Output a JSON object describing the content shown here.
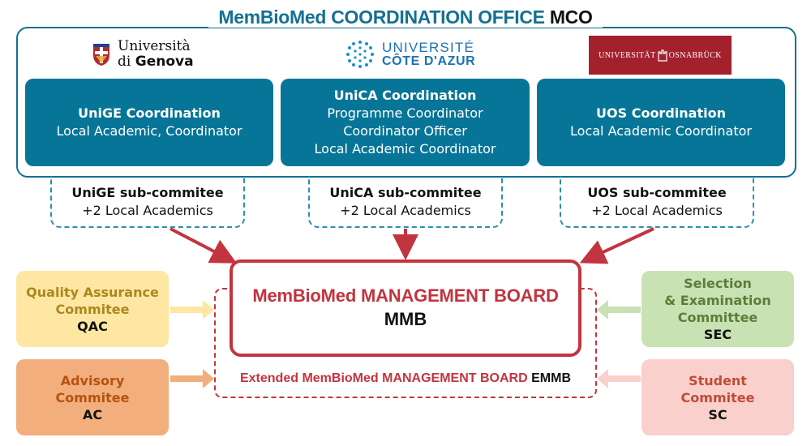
{
  "mco": {
    "title_part1": "MemBioMed COORDINATION OFFICE",
    "title_part2": "MCO"
  },
  "logos": {
    "genova": {
      "line1": "Università",
      "line2_pre": "di ",
      "line2_bold": "Genova"
    },
    "uca": {
      "line1": "UNIVERSITÉ",
      "line2": "CÔTE D'AZUR"
    },
    "uos": {
      "left": "UNIVERSITÄT",
      "right": "OSNABRÜCK"
    }
  },
  "coordinations": [
    {
      "title": "UniGE Coordination",
      "lines": [
        "Local Academic, Coordinator"
      ]
    },
    {
      "title": "UniCA Coordination",
      "lines": [
        "Programme Coordinator",
        "Coordinator Officer",
        "Local Academic Coordinator"
      ]
    },
    {
      "title": "UOS Coordination",
      "lines": [
        "Local Academic Coordinator"
      ]
    }
  ],
  "subcommittees": [
    {
      "title": "UniGE sub-commitee",
      "detail": "+2 Local Academics"
    },
    {
      "title": "UniCA sub-commitee",
      "detail": "+2 Local Academics"
    },
    {
      "title": "UOS sub-commitee",
      "detail": "+2 Local Academics"
    }
  ],
  "mmb": {
    "title": "MemBioMed MANAGEMENT BOARD",
    "abbr": "MMB"
  },
  "emmb": {
    "title": "Extended MemBioMed MANAGEMENT BOARD",
    "abbr": "EMMB"
  },
  "committees": {
    "qac": {
      "line1": "Quality Assurance",
      "line2": "Commitee",
      "abbr": "QAC"
    },
    "ac": {
      "line1": "Advisory",
      "line2": "Commitee",
      "abbr": "AC"
    },
    "sec": {
      "line1": "Selection",
      "line2": "& Examination",
      "line3": "Committee",
      "abbr": "SEC"
    },
    "sc": {
      "line1": "Student",
      "line2": "Commitee",
      "abbr": "SC"
    }
  },
  "colors": {
    "teal": "#147193",
    "coord_fill": "#077597",
    "board_red": "#c2343f",
    "qac_fill": "#fde7a2",
    "ac_fill": "#f2ae7c",
    "sec_fill": "#c8e2b4",
    "sc_fill": "#f9d0cc"
  }
}
